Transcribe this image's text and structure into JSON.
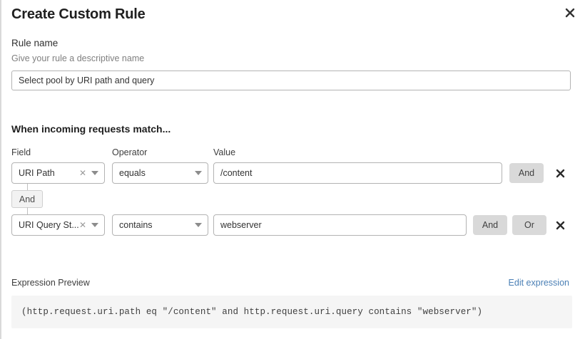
{
  "dialog": {
    "title": "Create Custom Rule",
    "close_icon": "close-icon"
  },
  "rule_name": {
    "label": "Rule name",
    "help": "Give your rule a descriptive name",
    "value": "Select pool by URI path and query",
    "placeholder": "Select pool by URI path and query"
  },
  "match": {
    "heading": "When incoming requests match...",
    "columns": {
      "field": "Field",
      "operator": "Operator",
      "value": "Value"
    },
    "connector": {
      "label": "And"
    },
    "rows": [
      {
        "field": "URI Path",
        "field_clear_icon": "clear-icon",
        "field_caret_icon": "chevron-down-icon",
        "operator": "equals",
        "operator_caret_icon": "chevron-down-icon",
        "value": "/content",
        "and_label": "And",
        "remove_icon": "close-icon"
      },
      {
        "field": "URI Query St...",
        "field_clear_icon": "clear-icon",
        "field_caret_icon": "chevron-down-icon",
        "operator": "contains",
        "operator_caret_icon": "chevron-down-icon",
        "value": "webserver",
        "and_label": "And",
        "or_label": "Or",
        "remove_icon": "close-icon"
      }
    ]
  },
  "expression": {
    "label": "Expression Preview",
    "edit_link": "Edit expression",
    "code": "(http.request.uri.path eq \"/content\" and http.request.uri.query contains \"webserver\")"
  },
  "colors": {
    "link": "#4a7fb5",
    "button_gray": "#d9d9d9",
    "code_bg": "#f5f5f5",
    "border": "#b3b3b3"
  }
}
